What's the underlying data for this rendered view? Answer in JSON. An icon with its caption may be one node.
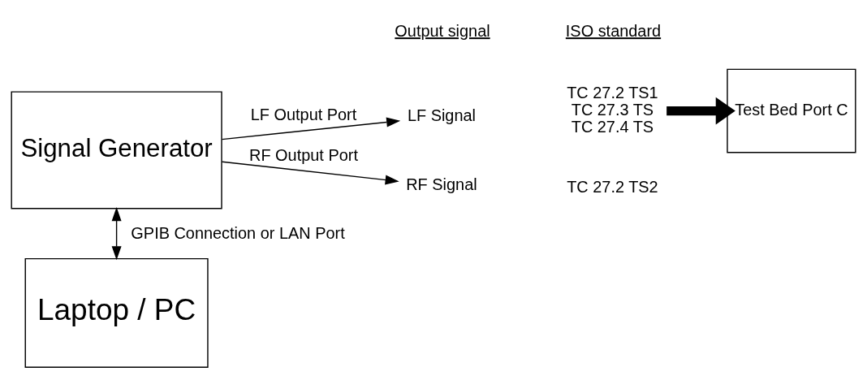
{
  "diagram": {
    "nodes": [
      {
        "text": [
          "Signal Generator"
        ]
      },
      {
        "text": [
          "LF Signal"
        ]
      },
      {
        "text": [
          "TC 27.2 TS1",
          "TC 27.3 TS",
          "TC 27.4 TS"
        ]
      },
      {
        "text": [
          "Test Bed Port C"
        ]
      },
      {
        "text": [
          "RF Signal"
        ]
      },
      {
        "text": [
          "Laptop / PC"
        ]
      }
    ],
    "edges": [
      {
        "from": 0,
        "to": 1,
        "arrow": "to",
        "label": "LF Output Port"
      },
      {
        "from": 0,
        "to": 4,
        "arrow": "to",
        "label": "RF Output Port"
      },
      {
        "from": 2,
        "to": 3,
        "arrow": "to",
        "style": "thick"
      },
      {
        "from": 0,
        "to": 5,
        "arrow": "both",
        "label": "GPIB Connection or LAN Port"
      }
    ],
    "labels": [
      "Output signal",
      "ISO standard",
      "TC 27.2 TS2"
    ]
  }
}
